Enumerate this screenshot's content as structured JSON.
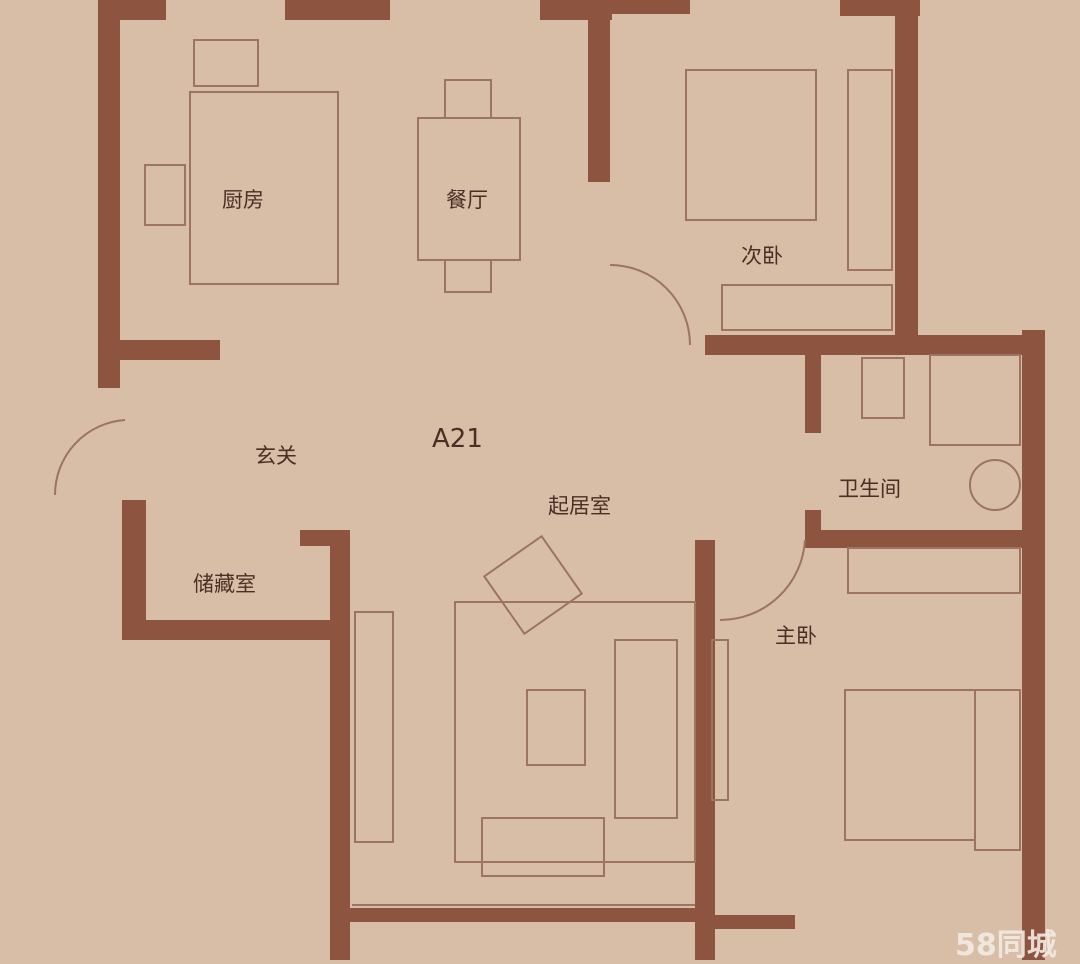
{
  "plan": {
    "unit_code": "A21",
    "rooms": {
      "kitchen": "厨房",
      "dining": "餐厅",
      "second_bedroom": "次卧",
      "entrance": "玄关",
      "living_room": "起居室",
      "bathroom": "卫生间",
      "storage": "储藏室",
      "master_bedroom": "主卧"
    }
  },
  "watermark": "58同城",
  "colors": {
    "background": "#d8bea7",
    "wall": "#8d5440",
    "line": "#9c7461"
  }
}
